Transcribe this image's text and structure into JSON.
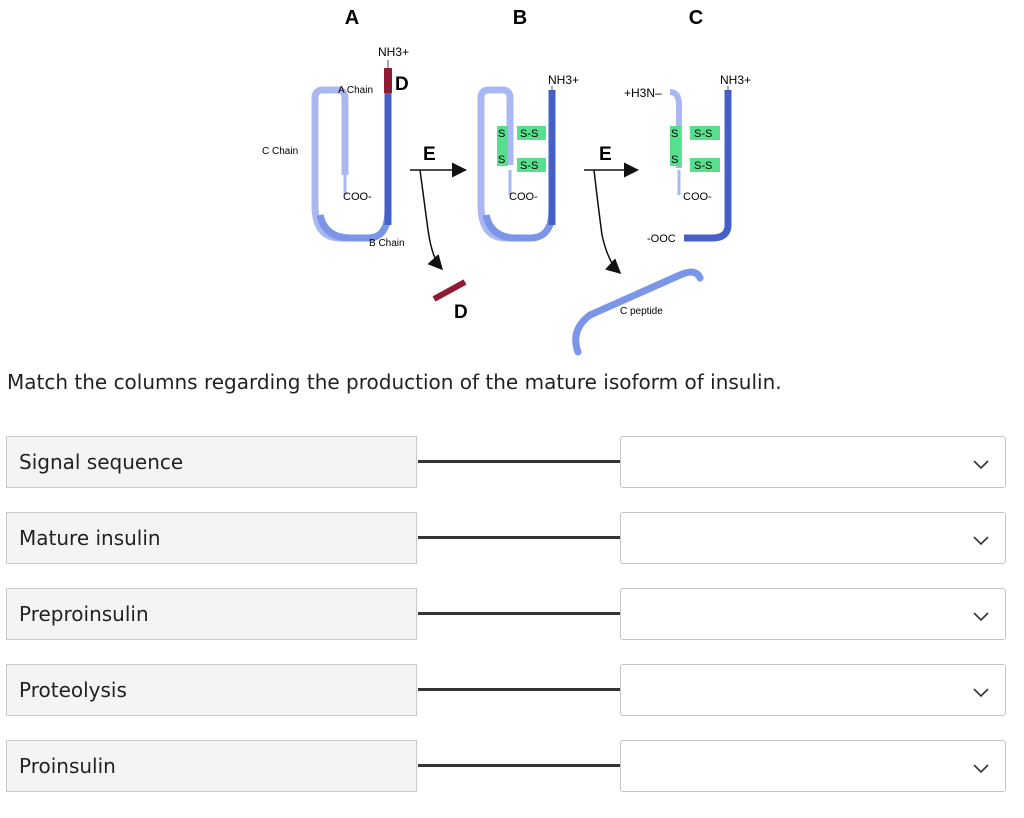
{
  "diagram": {
    "stage_labels": [
      "A",
      "B",
      "C"
    ],
    "d_label": "D",
    "d_label_cleaved": "D",
    "e_label": "E",
    "e_label_2": "E",
    "nh3_label": "NH3+",
    "h3n_label": "+H3N–",
    "coo_label": "COO-",
    "ooc_label": "-OOC",
    "a_chain_label": "A Chain",
    "b_chain_label": "B Chain",
    "c_chain_label": "C Chain",
    "c_peptide_label": "C peptide",
    "ss_label": "S-S",
    "s_label": "S",
    "colors": {
      "light_blue": "#aab8f2",
      "mid_blue": "#7b95e8",
      "dark_blue": "#4560c8",
      "signal_red": "#8e1b32",
      "disulfide_green": "#56e08e"
    }
  },
  "question": "Match the columns regarding the production of the mature isoform of insulin.",
  "rows": [
    {
      "term": "Signal sequence",
      "selected": ""
    },
    {
      "term": "Mature insulin",
      "selected": ""
    },
    {
      "term": "Preproinsulin",
      "selected": ""
    },
    {
      "term": "Proteolysis",
      "selected": ""
    },
    {
      "term": "Proinsulin",
      "selected": ""
    }
  ],
  "chevron_icon": "chevron-down-icon"
}
